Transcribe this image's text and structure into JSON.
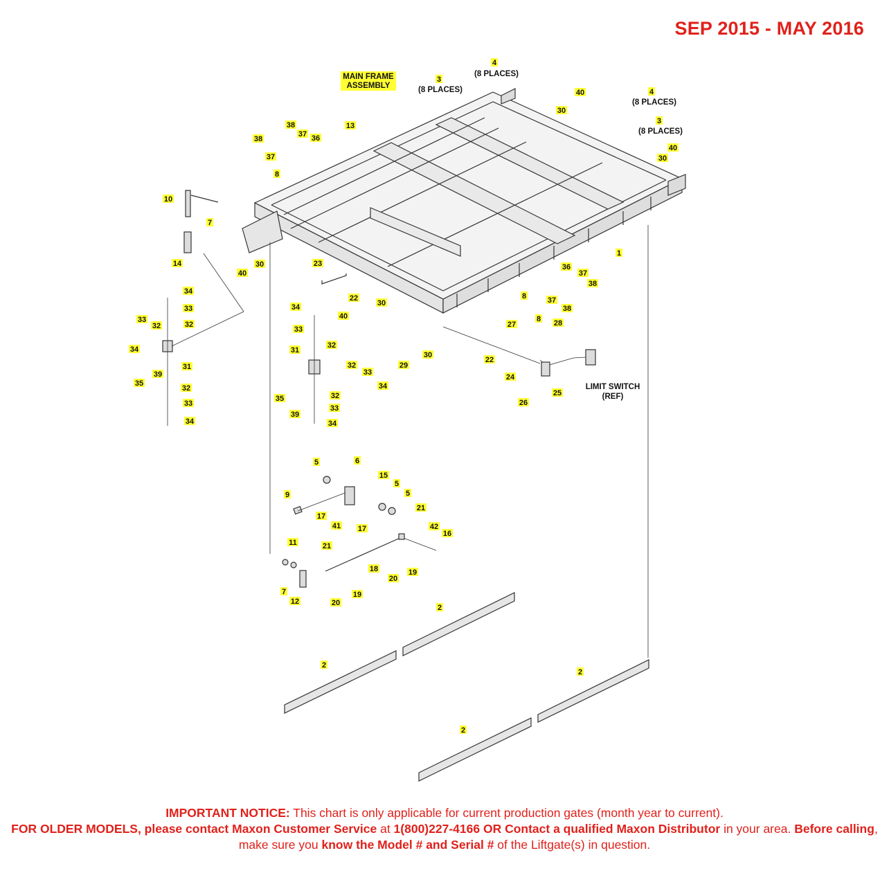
{
  "header": {
    "date_range": "SEP 2015 - MAY 2016"
  },
  "notes": {
    "main_frame_line1": "MAIN FRAME",
    "main_frame_line2": "ASSEMBLY",
    "places_a": "(8 PLACES)",
    "places_b": "(8 PLACES)",
    "places_c": "(8 PLACES)",
    "places_d": "(8 PLACES)",
    "limit_switch_line1": "LIMIT SWITCH",
    "limit_switch_line2": "(REF)"
  },
  "callouts": [
    "1",
    "2",
    "3",
    "4",
    "5",
    "6",
    "7",
    "8",
    "9",
    "10",
    "11",
    "12",
    "13",
    "14",
    "15",
    "16",
    "17",
    "18",
    "19",
    "20",
    "21",
    "22",
    "23",
    "24",
    "25",
    "26",
    "27",
    "28",
    "29",
    "30",
    "31",
    "32",
    "33",
    "34",
    "35",
    "36",
    "37",
    "38",
    "39",
    "40",
    "41",
    "42"
  ],
  "notice": {
    "p1_bold": "IMPORTANT NOTICE:",
    "p1_text": " This chart is only applicable for current production gates (month year to current).",
    "p2_bold": "FOR OLDER MODELS, please contact Maxon Customer Service",
    "p2_text": " at ",
    "p3_bold": "1(800)227-4166 OR Contact a qualified Maxon Distributor",
    "p3_text": " in your area. ",
    "p4_bold": "Before calling",
    "p4_text": ", make sure you ",
    "p5_bold": "know the Model # and Serial #",
    "p5_text": " of the Liftgate(s) in question."
  },
  "colors": {
    "title_red": "#e0211b",
    "callout_highlight": "#ffff33"
  }
}
